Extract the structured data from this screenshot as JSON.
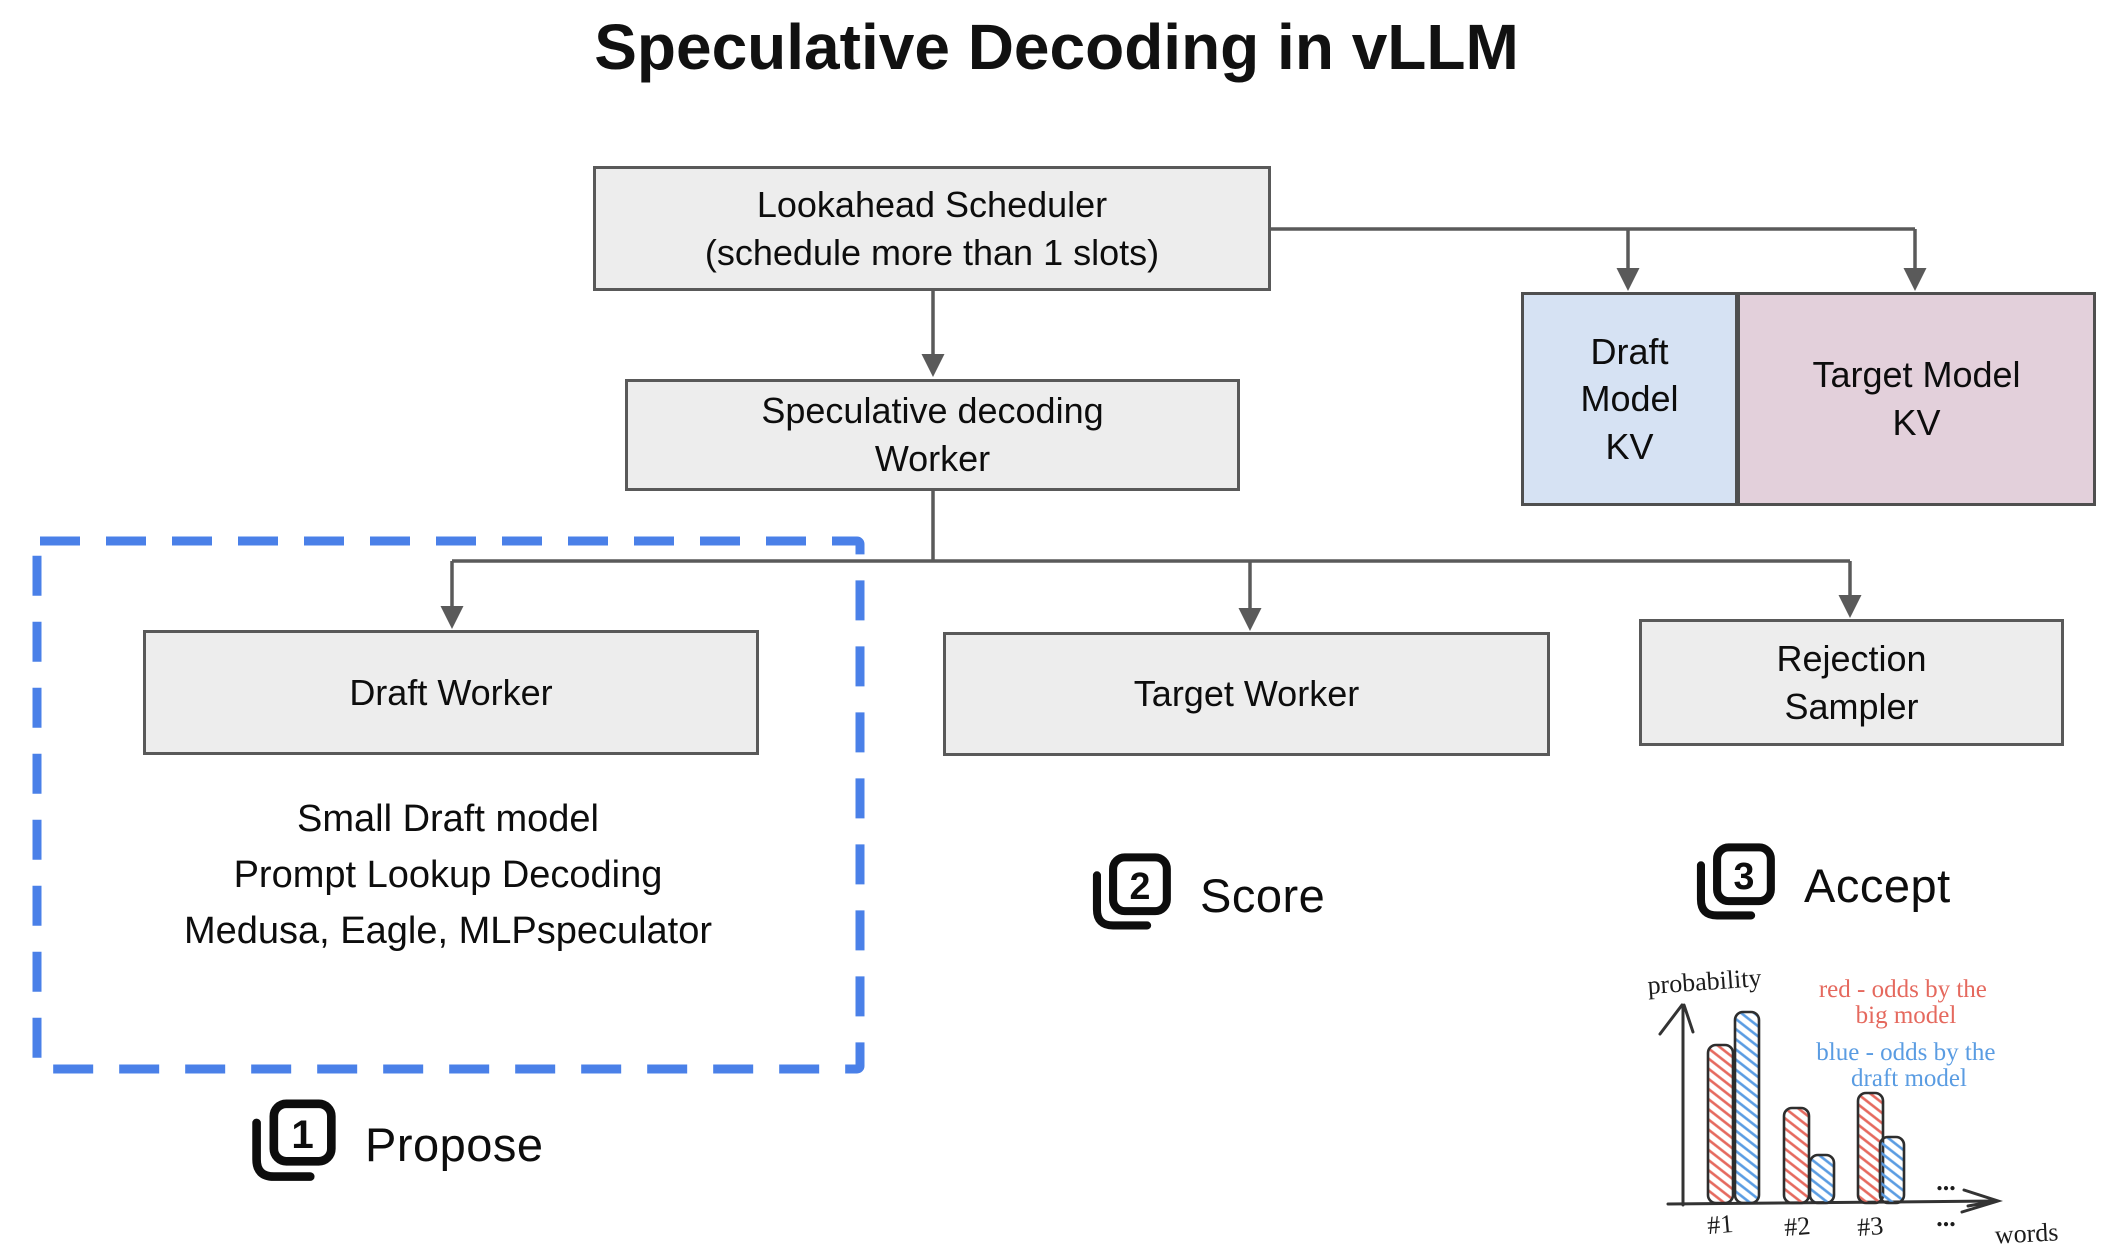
{
  "title": "Speculative Decoding in vLLM",
  "nodes": {
    "scheduler": {
      "label": "Lookahead Scheduler\n(schedule more than 1 slots)"
    },
    "spec_worker": {
      "label": "Speculative decoding\nWorker"
    },
    "draft_kv": {
      "label": "Draft\nModel\nKV",
      "color": "#d6e2f3"
    },
    "target_kv": {
      "label": "Target Model\nKV",
      "color": "#e3d0db"
    },
    "draft_worker": {
      "label": "Draft Worker"
    },
    "target_worker": {
      "label": "Target Worker"
    },
    "rejection_sampler": {
      "label": "Rejection\nSampler"
    }
  },
  "draft_options": {
    "lines": [
      "Small Draft model",
      "Prompt Lookup Decoding",
      "Medusa, Eagle, MLPspeculator"
    ]
  },
  "steps": [
    {
      "number": "1",
      "label": "Propose"
    },
    {
      "number": "2",
      "label": "Score"
    },
    {
      "number": "3",
      "label": "Accept"
    }
  ],
  "colors": {
    "node_fill": "#ededed",
    "node_border": "#595959",
    "draft_kv_fill": "#d6e2f3",
    "target_kv_fill": "#e3d0db",
    "dashed_box": "#4a80e8",
    "connector": "#5a5a5a",
    "red_series": "#e5695e",
    "blue_series": "#5a9ce2"
  },
  "chart_data": {
    "type": "bar",
    "title": "",
    "xlabel": "words",
    "ylabel": "probability",
    "categories": [
      "#1",
      "#2",
      "#3"
    ],
    "series": [
      {
        "name": "red - odds by the big model",
        "color": "#e5695e",
        "values": [
          0.72,
          0.43,
          0.5
        ]
      },
      {
        "name": "blue - odds by the draft model",
        "color": "#5a9ce2",
        "values": [
          0.87,
          0.22,
          0.3
        ]
      }
    ],
    "legend_lines": [
      [
        "red - odds by the",
        "big model"
      ],
      [
        "blue - odds by the",
        "draft model"
      ]
    ],
    "ellipsis": "...",
    "ylim": [
      0,
      1
    ],
    "grid": false,
    "legend_position": "top-right",
    "style": "hand-drawn hatched bars"
  }
}
